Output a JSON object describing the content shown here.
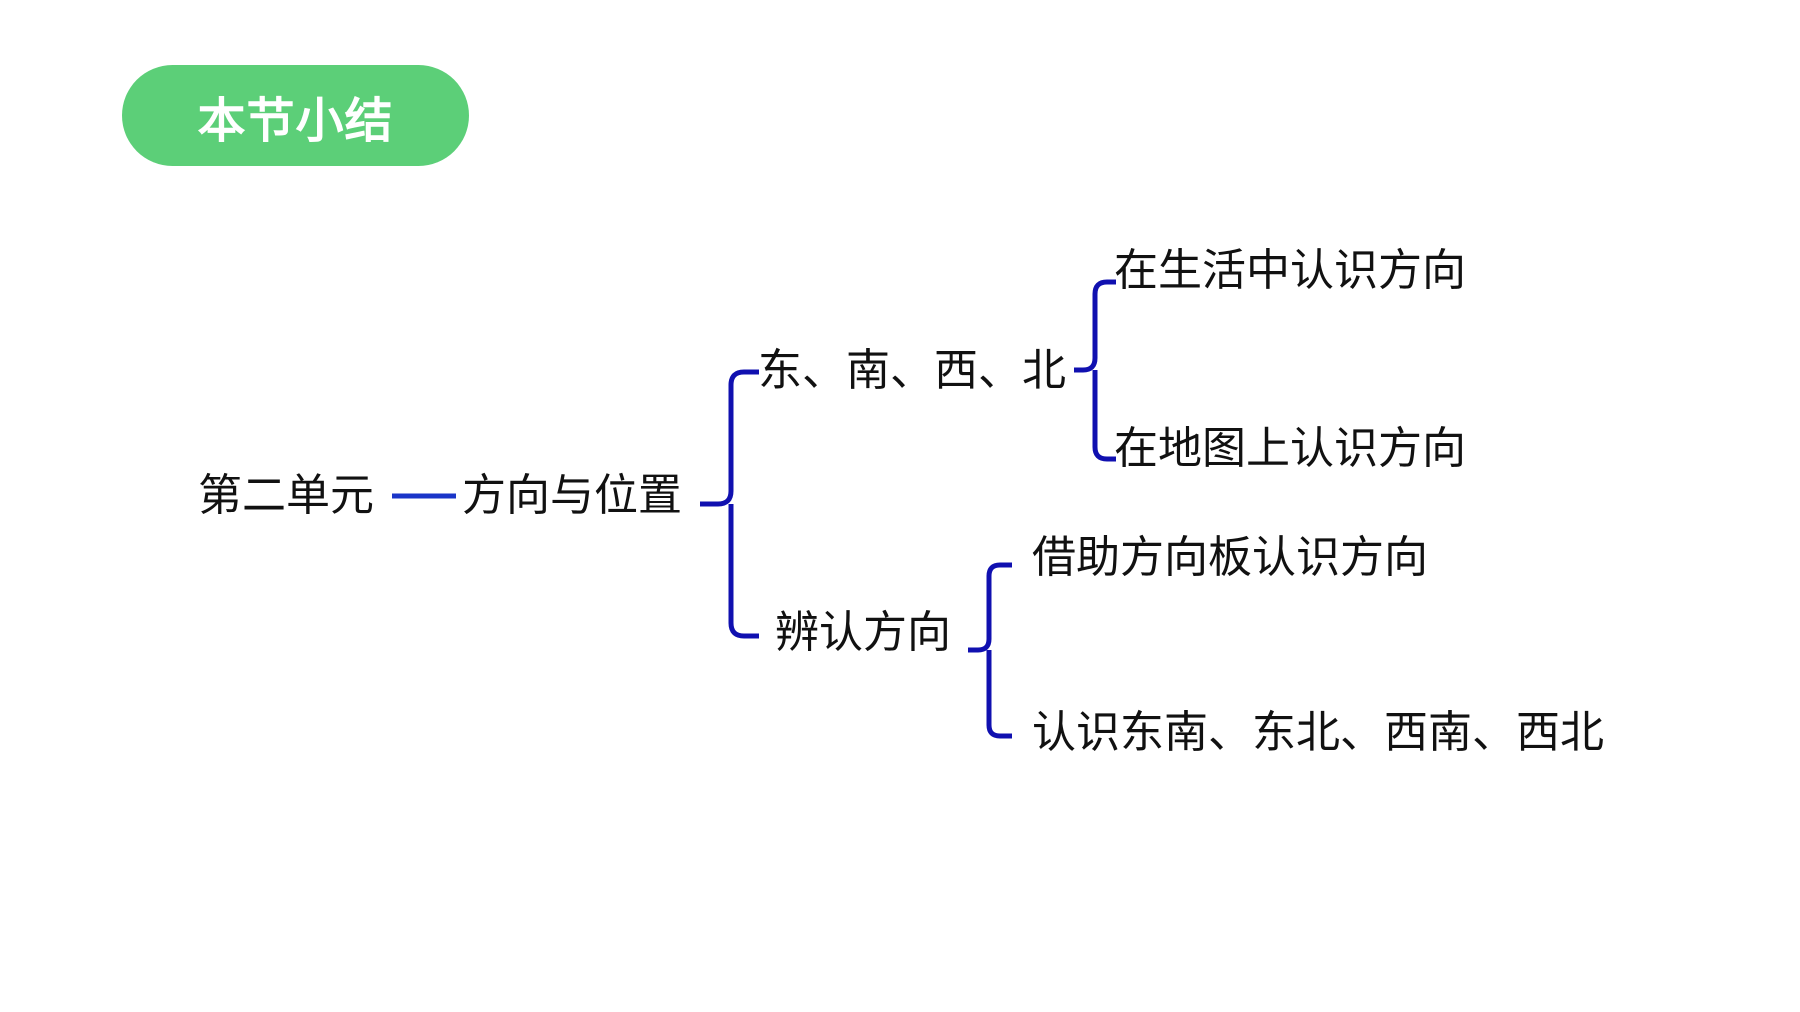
{
  "title_badge": "本节小结",
  "colors": {
    "badge_bg": "#5ccf78",
    "connector": "#1010b0",
    "root_link": "#1a35c8",
    "text": "#111111"
  },
  "mindmap": {
    "root": "第二单元",
    "topic": "方向与位置",
    "branches": [
      {
        "label": "东、南、西、北",
        "children": [
          "在生活中认识方向",
          "在地图上认识方向"
        ]
      },
      {
        "label": "辨认方向",
        "children": [
          "借助方向板认识方向",
          "认识东南、东北、西南、西北"
        ]
      }
    ]
  }
}
